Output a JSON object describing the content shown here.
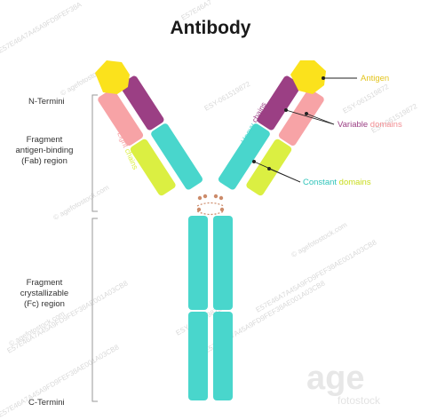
{
  "title": "Antibody",
  "colors": {
    "antigen": "#fbe21c",
    "light_chain_variable": "#f7a3a6",
    "light_chain_constant": "#dbef42",
    "heavy_chain_variable": "#9b3f84",
    "heavy_chain_constant": "#49d6cc",
    "bracket": "#999999",
    "callout_line": "#222222"
  },
  "left_labels": {
    "n_termini": "N-Termini",
    "fab_line1": "Fragment",
    "fab_line2": "antigen-binding",
    "fab_line3": "(Fab) region",
    "fc_line1": "Fragment",
    "fc_line2": "crystallizable",
    "fc_line3": "(Fc) region",
    "c_termini": "C-Termini"
  },
  "callouts": {
    "antigen": "Antigen",
    "variable_word": "Variable",
    "variable_domains": "domains",
    "constant_word": "Constant",
    "constant_domains": "domains"
  },
  "chain_labels": {
    "light_word": "Light",
    "light_chains": "chains",
    "heavy_word": "Heavy",
    "heavy_chains": "chains"
  },
  "watermarks": {
    "wm1": "E57E46A7",
    "wm2": "E57E46A7A45A9FD9FEF38A",
    "wm3": "ESY-061519872",
    "wm4": "© agefotostock.com",
    "wm5": "ESY-061519872",
    "wm6": "ESY-061519872",
    "wm7": "© agefotostock.com",
    "wm8": "© agefotostock.com",
    "wm9": "© agefotostock.com",
    "wm10": "ESY-061519872",
    "wm11": "E57E46A7A45A9FD9FEF38AE001A03CB8",
    "wm12": "E57E46A7A45A9FD9FEF38AE001A03CB8",
    "wm13": "E57E46A7A45A9FD9FEF38AE001A03CB8",
    "wm14": "E57E46A7A45A9FD9FEF38AE001A03CB8",
    "logo": "age",
    "logo_sub": "fotostock"
  }
}
